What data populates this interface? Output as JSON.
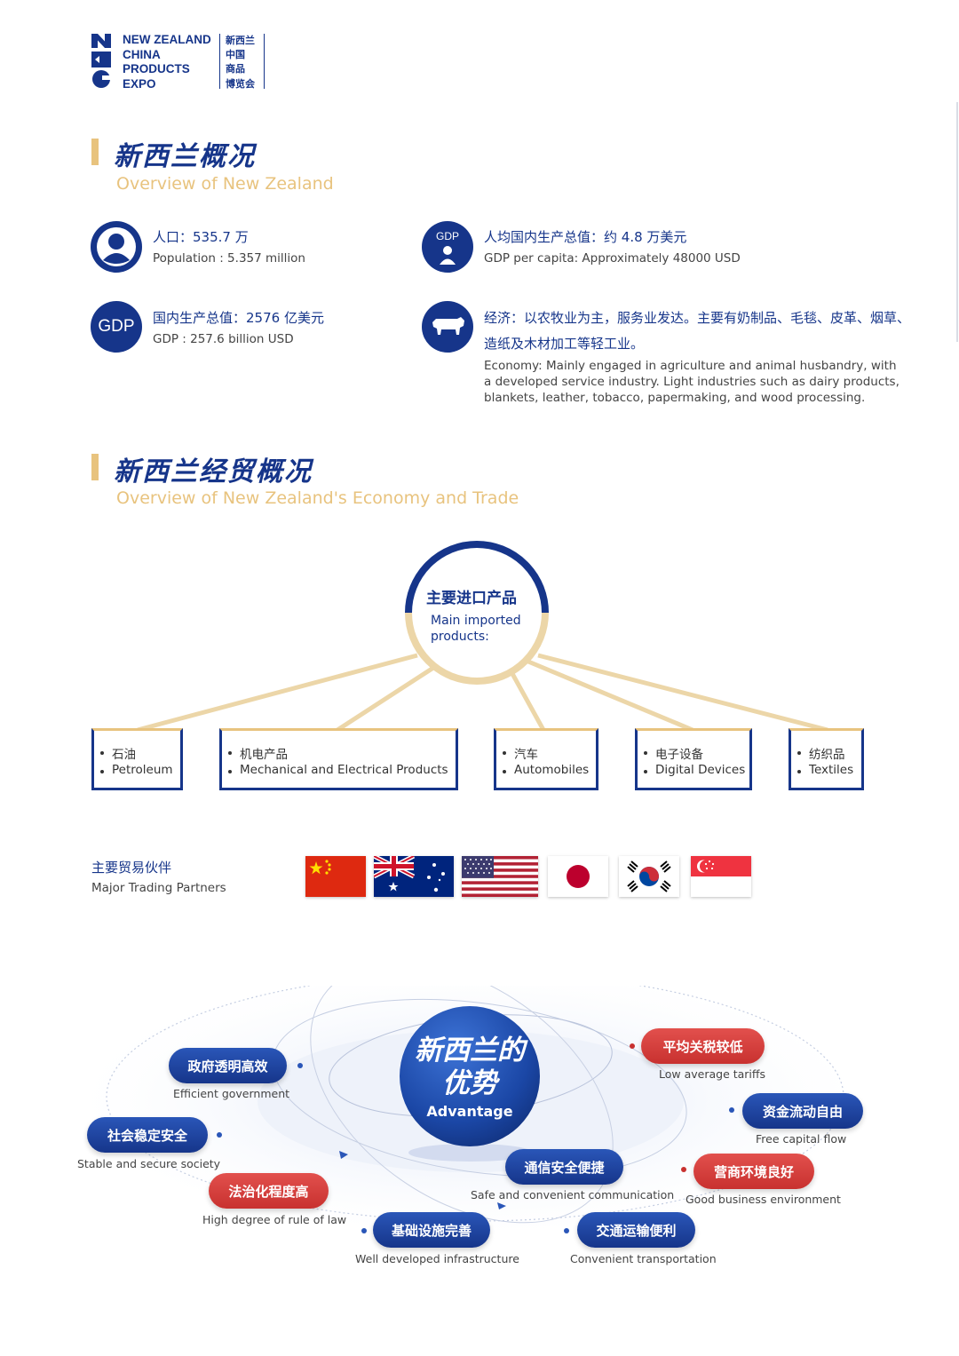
{
  "logo": {
    "en_lines": [
      "NEW ZEALAND",
      "CHINA",
      "PRODUCTS",
      "EXPO"
    ],
    "cn_lines": [
      "新西兰",
      "中国",
      "商品",
      "博览会"
    ]
  },
  "overview": {
    "title_cn": "新西兰概况",
    "title_en": "Overview of New Zealand",
    "population": {
      "cn": "人口：535.7 万",
      "en": "Population : 5.357 million"
    },
    "gdp_per_capita": {
      "icon_label": "GDP",
      "cn": "人均国内生产总值：约 4.8 万美元",
      "en": "GDP per capita: Approximately 48000 USD"
    },
    "gdp": {
      "icon_label": "GDP",
      "cn": "国内生产总值：2576 亿美元",
      "en": "GDP : 257.6 billion USD"
    },
    "economy": {
      "cn_line1": "经济：以农牧业为主，服务业发达。主要有奶制品、毛毯、皮革、烟草、",
      "cn_line2": "造纸及木材加工等轻工业。",
      "en": "Economy: Mainly engaged in agriculture and animal husbandry, with a developed service industry. Light industries such as dairy products, blankets, leather, tobacco, papermaking, and wood processing."
    }
  },
  "trade": {
    "title_cn": "新西兰经贸概况",
    "title_en": "Overview of New Zealand's Economy and Trade",
    "imports": {
      "cn": "主要进口产品",
      "en_line1": "Main imported",
      "en_line2": "products:",
      "items": [
        {
          "cn": "石油",
          "en": "Petroleum"
        },
        {
          "cn": "机电产品",
          "en": "Mechanical and Electrical Products"
        },
        {
          "cn": "汽车",
          "en": "Automobiles"
        },
        {
          "cn": "电子设备",
          "en": "Digital Devices"
        },
        {
          "cn": "纺织品",
          "en": "Textiles"
        }
      ]
    },
    "partners": {
      "cn": "主要贸易伙伴",
      "en": "Major Trading Partners",
      "flags": [
        "china-flag",
        "australia-flag",
        "usa-flag",
        "japan-flag",
        "korea-flag",
        "singapore-flag"
      ]
    }
  },
  "advantage": {
    "center_cn_line1": "新西兰的",
    "center_cn_line2": "优势",
    "center_en": "Advantage",
    "items": {
      "gov": {
        "cn": "政府透明高效",
        "en": "Efficient government"
      },
      "tariff": {
        "cn": "平均关税较低",
        "en": "Low average tariffs"
      },
      "capital": {
        "cn": "资金流动自由",
        "en": "Free capital flow"
      },
      "society": {
        "cn": "社会稳定安全",
        "en": "Stable and secure society"
      },
      "comm": {
        "cn": "通信安全便捷",
        "en": "Safe and convenient communication"
      },
      "business": {
        "cn": "营商环境良好",
        "en": "Good business environment"
      },
      "law": {
        "cn": "法治化程度高",
        "en": "High degree of rule of law"
      },
      "infra": {
        "cn": "基础设施完善",
        "en": "Well developed infrastructure"
      },
      "transport": {
        "cn": "交通运输便利",
        "en": "Convenient transportation"
      }
    }
  },
  "colors": {
    "navy": "#16358a",
    "gold": "#e8c37e",
    "red": "#c8312f"
  }
}
